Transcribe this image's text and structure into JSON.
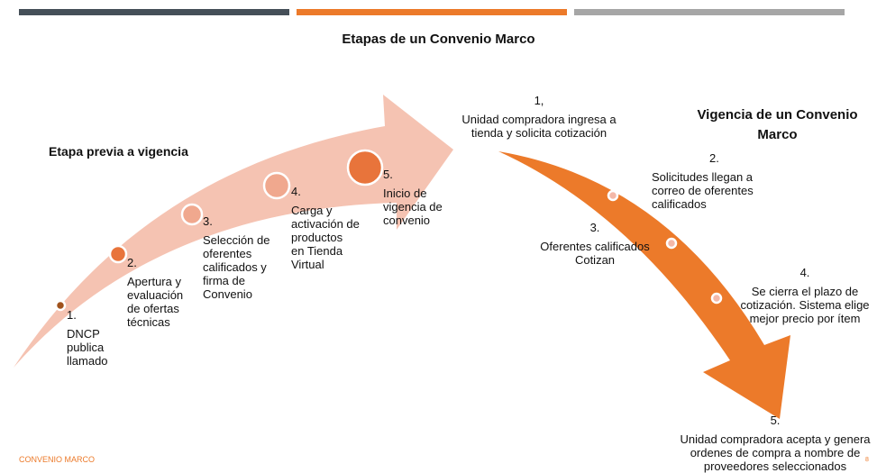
{
  "title": "Etapas de un Convenio Marco",
  "colors": {
    "dark_bar": "#454f58",
    "orange": "#ec7a2a",
    "grey_bar": "#a6a6a6",
    "salmon": "#f5c3b2"
  },
  "left_section": {
    "heading": "Etapa previa a vigencia",
    "steps": [
      {
        "num": "1.",
        "text": [
          "DNCP",
          "publica",
          "llamado"
        ]
      },
      {
        "num": "2.",
        "text": [
          "Apertura y",
          "evaluación",
          "de ofertas",
          "técnicas"
        ]
      },
      {
        "num": "3.",
        "text": [
          "Selección de",
          "oferentes",
          "calificados y",
          "firma de",
          "Convenio"
        ]
      },
      {
        "num": "4.",
        "text": [
          "Carga y",
          "activación de",
          "productos",
          "en Tienda",
          "Virtual"
        ]
      },
      {
        "num": "5.",
        "text": [
          "Inicio de",
          "vigencia de",
          "convenio"
        ]
      }
    ]
  },
  "right_section": {
    "heading": [
      "Vigencia de un Convenio",
      "Marco"
    ],
    "steps": [
      {
        "num": "1,",
        "text": [
          "Unidad compradora ingresa a",
          "tienda y solicita cotización"
        ]
      },
      {
        "num": "2.",
        "text": [
          "Solicitudes llegan a",
          "correo de oferentes",
          "calificados"
        ]
      },
      {
        "num": "3.",
        "text": [
          "Oferentes calificados",
          "Cotizan"
        ]
      },
      {
        "num": "4.",
        "text": [
          "Se cierra el plazo de",
          "cotización. Sistema elige",
          "mejor precio por ítem"
        ]
      },
      {
        "num": "5.",
        "text": [
          "Unidad compradora acepta y genera",
          "ordenes de compra a nombre de",
          "proveedores seleccionados"
        ]
      }
    ]
  },
  "footer": {
    "label": "CONVENIO MARCO",
    "page": "8"
  }
}
